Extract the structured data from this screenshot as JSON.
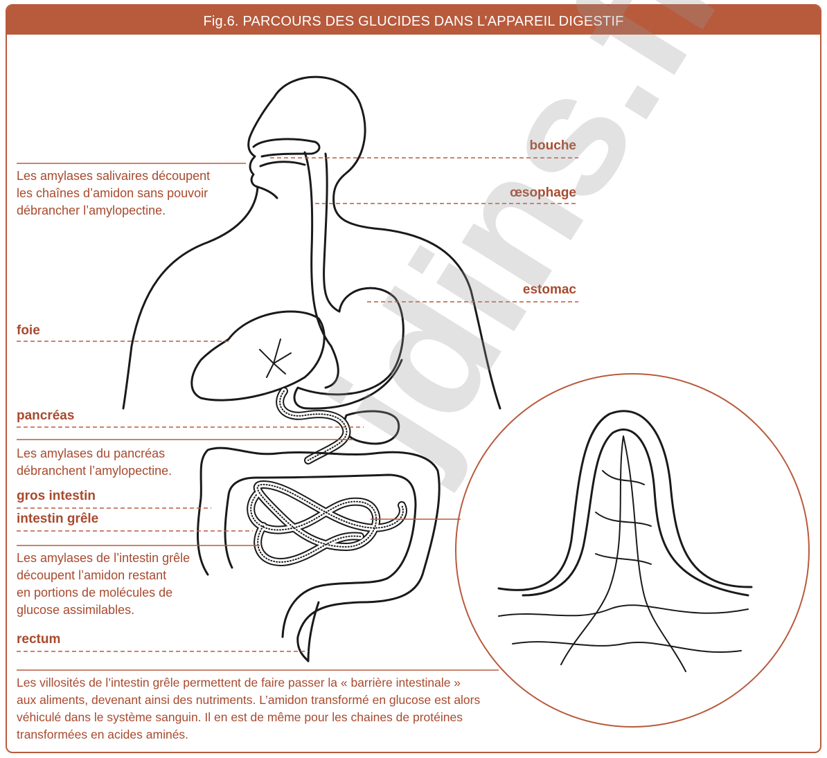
{
  "header": {
    "title": "Fig.6. PARCOURS DES GLUCIDES DANS L’APPAREIL DIGESTIF"
  },
  "labels": {
    "bouche": "bouche",
    "oesophage": "œsophage",
    "estomac": "estomac",
    "foie": "foie",
    "pancreas": "pancréas",
    "gros_intestin": "gros intestin",
    "intestin_grele": "intestin grêle",
    "rectum": "rectum"
  },
  "notes": {
    "salivary": [
      "Les amylases salivaires découpent",
      "les chaînes d’amidon sans pouvoir",
      "débrancher l’amylopectine."
    ],
    "pancreas": [
      "Les amylases du pancréas",
      "débranchent l’amylopectine."
    ],
    "intestine": [
      "Les amylases de l’intestin grêle",
      "découpent l’amidon restant",
      "en portions de molécules de",
      "glucose assimilables."
    ],
    "villosites": [
      "Les villosités de l’intestin grêle permettent de faire passer la « barrière intestinale »",
      "aux aliments, devenant ainsi des nutriments. L’amidon transformé en glucose est alors",
      "véhiculé dans le système sanguin. Il en est de même pour les chaines de protéines",
      "transformées en acides aminés."
    ]
  },
  "watermark": "jdins.fr",
  "colors": {
    "accent": "#b85a3c",
    "text": "#a84a2e",
    "ink": "#1a1a1a"
  }
}
